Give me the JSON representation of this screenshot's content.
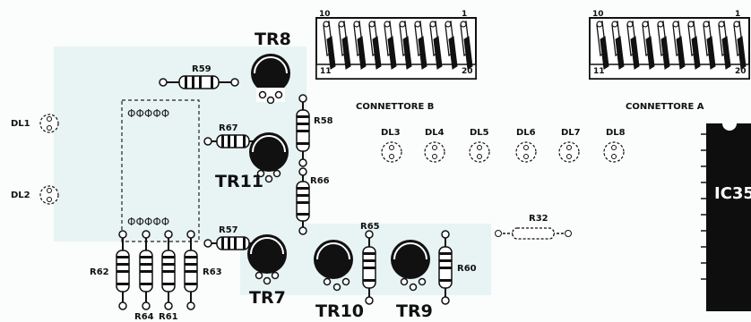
{
  "transistors": {
    "tr8": "TR8",
    "tr11": "TR11",
    "tr7": "TR7",
    "tr10": "TR10",
    "tr9": "TR9"
  },
  "resistors": {
    "r59": "R59",
    "r67": "R67",
    "r58": "R58",
    "r66": "R66",
    "r57": "R57",
    "r65": "R65",
    "r60": "R60",
    "r62": "R62",
    "r63": "R63",
    "r64": "R64",
    "r61": "R61",
    "r32": "R32"
  },
  "leds": {
    "dl1": "DL1",
    "dl2": "DL2",
    "dl3": "DL3",
    "dl4": "DL4",
    "dl5": "DL5",
    "dl6": "DL6",
    "dl7": "DL7",
    "dl8": "DL8"
  },
  "connectors": {
    "b": {
      "label": "CONNETTORE B",
      "pin_10": "10",
      "pin_1": "1",
      "pin_11": "11",
      "pin_20": "20"
    },
    "a": {
      "label": "CONNETTORE A",
      "pin_10": "10",
      "pin_1": "1",
      "pin_11": "11",
      "pin_20": "20"
    }
  },
  "ic": {
    "label": "IC35"
  },
  "colors": {
    "board": "#e8f4f4",
    "ink": "#111111",
    "ic_body": "#0e0e0e"
  }
}
